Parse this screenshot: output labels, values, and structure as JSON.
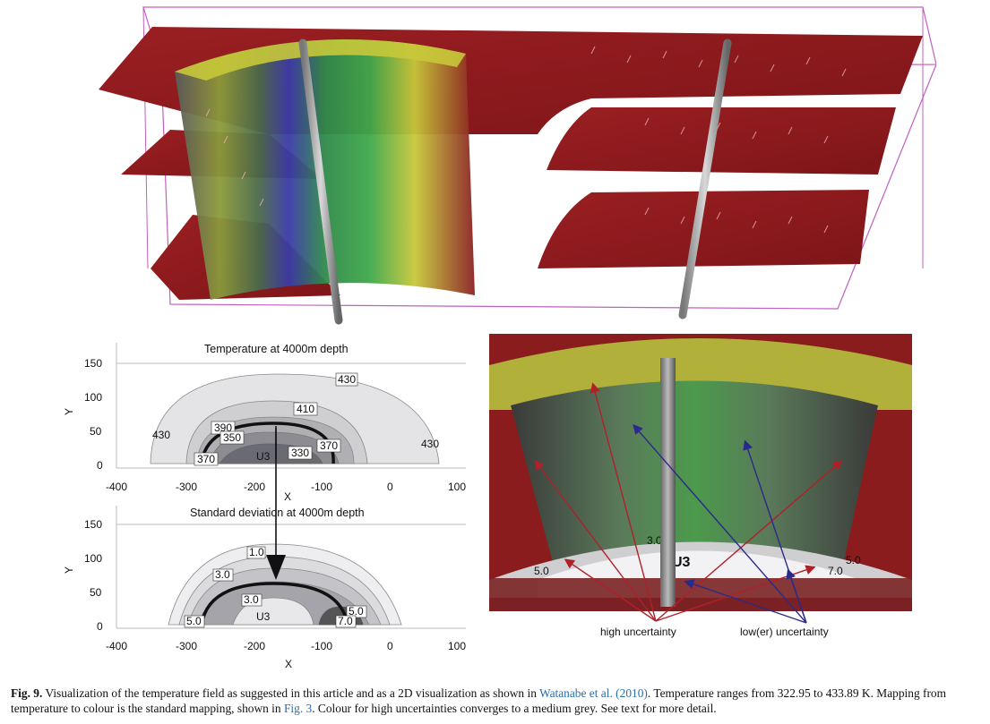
{
  "figure_3d": {
    "description_icon": "3d-temperature-field"
  },
  "plot_top": {
    "title": "Temperature at 4000m depth",
    "xlabel": "X",
    "ylabel": "Y",
    "x_ticks": [
      "-400",
      "-300",
      "-200",
      "-100",
      "0",
      "100"
    ],
    "y_ticks": [
      "150",
      "100",
      "50",
      "0"
    ],
    "contour_labels": [
      "430",
      "430",
      "430",
      "410",
      "390",
      "350",
      "370",
      "370",
      "330"
    ],
    "well_label": "U3"
  },
  "plot_bottom": {
    "title": "Standard deviation at 4000m depth",
    "xlabel": "X",
    "ylabel": "Y",
    "x_ticks": [
      "-400",
      "-300",
      "-200",
      "-100",
      "0",
      "100"
    ],
    "y_ticks": [
      "150",
      "100",
      "50",
      "0"
    ],
    "contour_labels": [
      "1.0",
      "3.0",
      "3.0",
      "5.0",
      "5.0",
      "7.0"
    ],
    "well_label": "U3"
  },
  "zoom": {
    "labels": [
      "3.0",
      "5.0",
      "U3",
      "7.0",
      "5.0"
    ],
    "high_label": "high uncertainty",
    "low_label": "low(er) uncertainty",
    "high_color": "#b0202a",
    "low_color": "#2a2a8a"
  },
  "caption": {
    "fig": "Fig. 9.",
    "text1": "Visualization of the temperature field as suggested in this article and as a 2D visualization as shown in ",
    "cite1": "Watanabe et al. (2010)",
    "text2": ". Temperature ranges from 322.95 to 433.89 K. Mapping from temperature to colour is the standard mapping, shown in ",
    "cite2": "Fig. 3",
    "text3": ". Colour for high uncertainties converges to a medium grey. See text for more detail."
  }
}
